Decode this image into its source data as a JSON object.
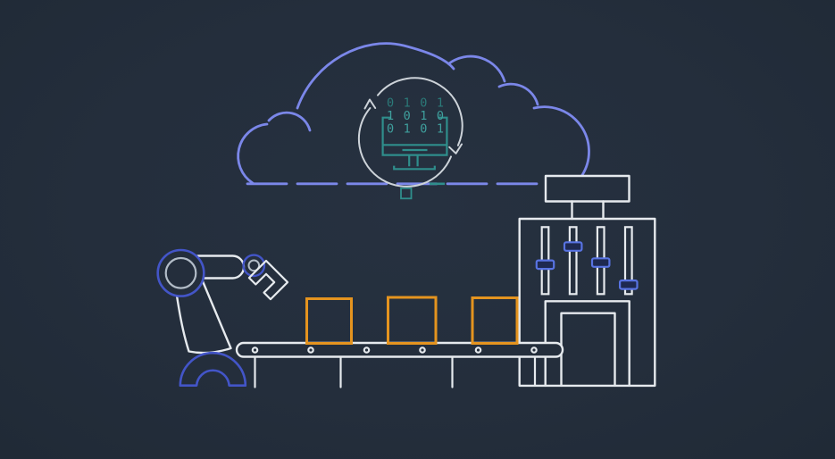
{
  "colors": {
    "bg": "#242e3c",
    "line": "#e6eaee",
    "line-dim": "#cdd3d9",
    "line-soft": "#b2bcc7",
    "cloud": "#7b87e9",
    "accent-blue": "#4355c8",
    "teal": "#2f8e8c",
    "teal-bright": "#3fa09d",
    "teal-dim": "#2b7a79",
    "orange": "#e5941f",
    "handle-fill": "#1e2950",
    "handle-border": "#5873e2"
  },
  "cloud_compute": {
    "binary_rows": [
      "0101",
      "1010",
      "0101"
    ]
  },
  "factory": {
    "slider_levels": [
      0.56,
      0.29,
      0.53,
      0.86
    ]
  },
  "conveyor": {
    "box_count": 3
  }
}
